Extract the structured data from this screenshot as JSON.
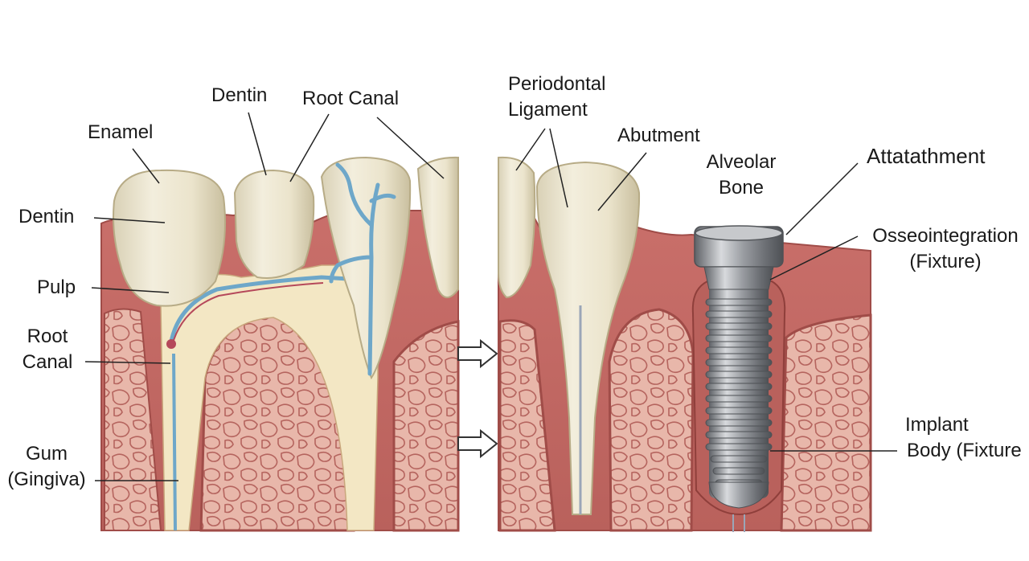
{
  "labels": {
    "enamel": "Enamel",
    "dentin_top": "Dentin",
    "root_canal_top": "Root Canal",
    "dentin_left": "Dentin",
    "pulp": "Pulp",
    "root_canal_left_1": "Root",
    "root_canal_left_2": "Canal",
    "gum_1": "Gum",
    "gum_2": "(Gingiva)",
    "periodontal_1": "Periodontal",
    "periodontal_2": "Ligament",
    "abutment": "Abutment",
    "alveolar_1": "Alveolar",
    "alveolar_2": "Bone",
    "attachment": "Attatathment",
    "osseo_1": "Osseointegration",
    "osseo_2": "(Fixture)",
    "implant_1": "Implant",
    "implant_2": "Body (Fixture"
  },
  "colors": {
    "gum": "#c46d68",
    "gum_dark": "#a04c48",
    "bone": "#e8b7aa",
    "bone_cell": "#b5645e",
    "enamel": "#ece6d2",
    "enamel_shadow": "#c8bea0",
    "dentin": "#f3e7c4",
    "canal_blue": "#6ea7c9",
    "canal_red": "#b5485a",
    "implant": "#8e9196",
    "implant_light": "#d6d8db",
    "arrow": "#333333",
    "line": "#222222"
  }
}
